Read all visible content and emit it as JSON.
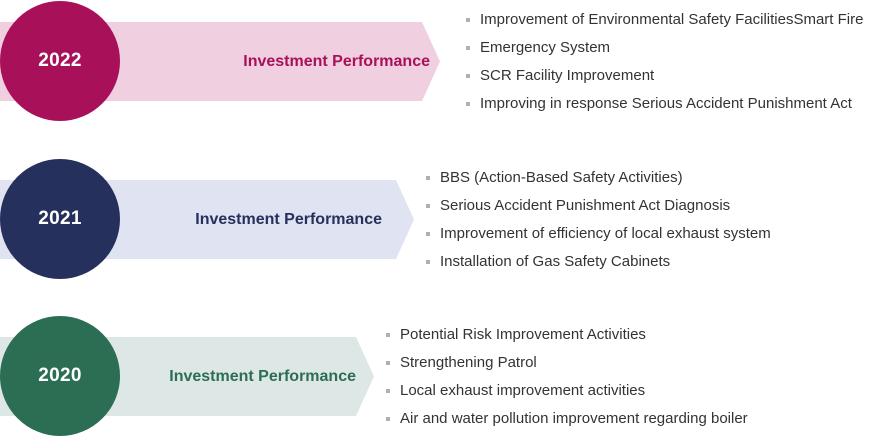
{
  "rows": [
    {
      "year": "2022",
      "label": "Investment Performance",
      "circle_color": "#a8105a",
      "band_color": "#efcfe0",
      "label_color": "#a8105a",
      "items": [
        "Improvement of Environmental Safety FacilitiesSmart Fire",
        "Emergency System",
        "SCR Facility Improvement",
        "Improving in response Serious Accident Punishment Act"
      ]
    },
    {
      "year": "2021",
      "label": "Investment Performance",
      "circle_color": "#26305c",
      "band_color": "#e0e4f2",
      "label_color": "#26305c",
      "items": [
        "BBS (Action-Based Safety Activities)",
        "Serious Accident Punishment Act Diagnosis",
        "Improvement of efficiency of local exhaust system",
        "Installation of Gas Safety Cabinets"
      ]
    },
    {
      "year": "2020",
      "label": "Investment Performance",
      "circle_color": "#2c6e53",
      "band_color": "#dde7e6",
      "label_color": "#2c6e53",
      "items": [
        "Potential Risk Improvement Activities",
        "Strengthening Patrol",
        "Local exhaust improvement activities",
        "Air and water pollution improvement regarding boiler"
      ]
    }
  ]
}
